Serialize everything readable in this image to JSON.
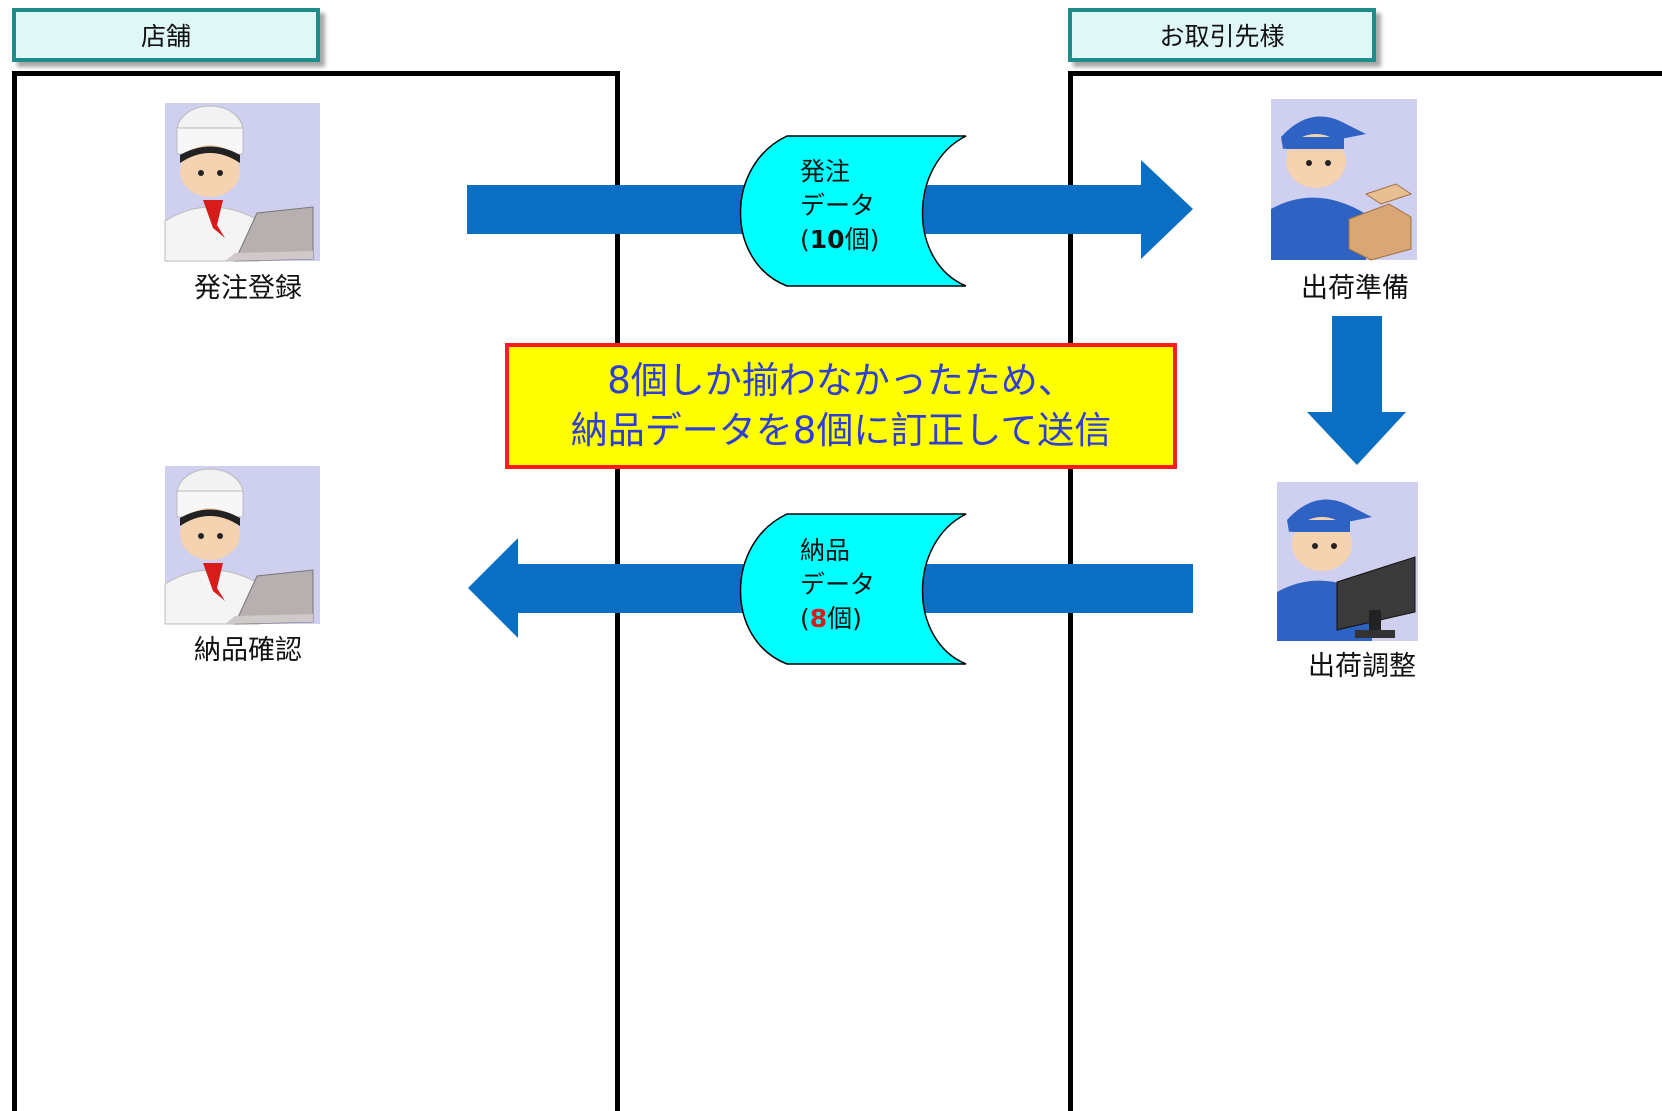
{
  "lanes": {
    "store": {
      "title": "店舗"
    },
    "partner": {
      "title": "お取引先様"
    }
  },
  "steps": {
    "order_register": "発注登録",
    "ship_prepare": "出荷準備",
    "ship_adjust": "出荷調整",
    "delivery_confirm": "納品確認"
  },
  "documents": {
    "order": {
      "line1": "発注",
      "line2": "データ",
      "paren_open": "(",
      "qty": "10",
      "unit_close": "個)"
    },
    "delivery": {
      "line1": "納品",
      "line2": "データ",
      "paren_open": "(",
      "qty": "8",
      "unit_close": "個)"
    }
  },
  "callout": {
    "line1": "8個しか揃わなかったため、",
    "line2": "納品データを8個に訂正して送信"
  },
  "colors": {
    "arrow": "#0a6fc2",
    "document_fill": "#00ffff",
    "callout_fill": "#ffff00",
    "callout_border": "#ff1c1c",
    "callout_text": "#2f3fd6",
    "qty_highlight": "#d61c1c",
    "tab_fill": "#dff7f7",
    "tab_border": "#1e8c88"
  },
  "icons": [
    "chef-with-laptop-icon",
    "worker-with-boxes-icon",
    "worker-with-monitor-icon"
  ]
}
